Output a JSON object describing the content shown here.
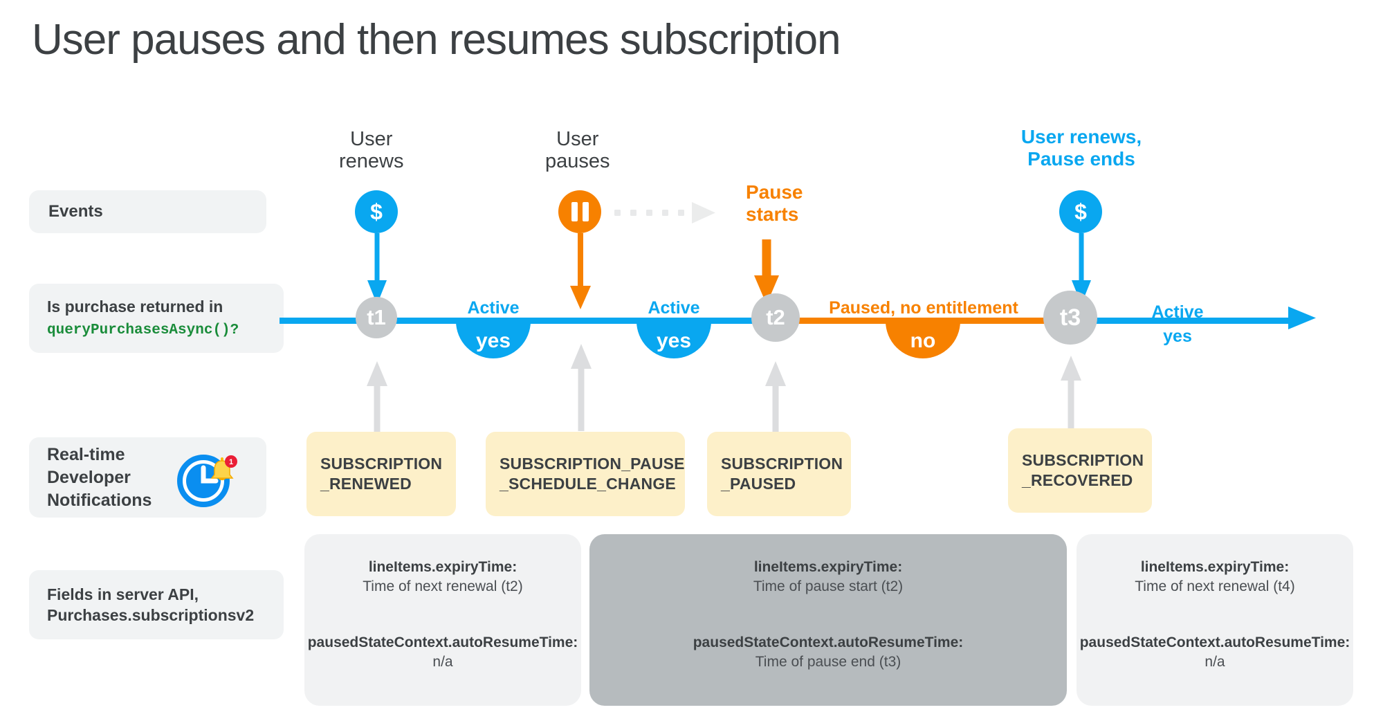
{
  "title": "User pauses and then resumes subscription",
  "row_labels": {
    "events": "Events",
    "query_line1": "Is purchase returned in",
    "query_code": "queryPurchasesAsync()?",
    "rtdn_line1": "Real-time",
    "rtdn_line2": "Developer",
    "rtdn_line3": "Notifications",
    "fields_line1": "Fields in server API,",
    "fields_line2": "Purchases.subscriptionsv2"
  },
  "icons": {
    "rtdn": "clock-bell-notification-icon",
    "badge_count": "1",
    "money": "dollar-icon",
    "pause": "pause-icon"
  },
  "events": [
    {
      "id": "user-renews-t1",
      "label_line1": "User",
      "label_line2": "renews",
      "glyph": "$",
      "color": "#09a7f0",
      "style": "plain"
    },
    {
      "id": "user-pauses",
      "label_line1": "User",
      "label_line2": "pauses",
      "glyph": "pause",
      "color": "#f78100",
      "style": "plain"
    },
    {
      "id": "pause-starts",
      "label_line1": "Pause",
      "label_line2": "starts",
      "glyph": "",
      "color": "#f78100",
      "style": "strong"
    },
    {
      "id": "user-renews-pause-ends",
      "label_line1": "User renews,",
      "label_line2": "Pause ends",
      "glyph": "$",
      "color": "#09a7f0",
      "style": "strong"
    }
  ],
  "timeline": {
    "nodes": [
      "t1",
      "t2",
      "t3"
    ],
    "segments": [
      {
        "id": "seg-1",
        "top_label": "Active",
        "bottom_label": "yes",
        "color": "#09a7f0",
        "shape": "halfdisk"
      },
      {
        "id": "seg-2",
        "top_label": "Active",
        "bottom_label": "yes",
        "color": "#09a7f0",
        "shape": "halfdisk"
      },
      {
        "id": "seg-3",
        "top_label": "Paused, no entitlement",
        "bottom_label": "no",
        "color": "#f78100",
        "shape": "halfdisk"
      },
      {
        "id": "seg-4",
        "top_label": "Active",
        "bottom_label": "yes",
        "color": "#09a7f0",
        "shape": "text"
      }
    ]
  },
  "notifications": [
    {
      "id": "subscription-renewed",
      "line1": "SUBSCRIPTION",
      "line2": "_RENEWED"
    },
    {
      "id": "subscription-pause-schedule-change",
      "line1": "SUBSCRIPTION_PAUSE",
      "line2": "_SCHEDULE_CHANGE"
    },
    {
      "id": "subscription-paused",
      "line1": "SUBSCRIPTION",
      "line2": "_PAUSED"
    },
    {
      "id": "subscription-recovered",
      "line1": "SUBSCRIPTION",
      "line2": "_RECOVERED"
    }
  ],
  "server_fields": [
    {
      "id": "fields-t1",
      "variant": "light",
      "expiry_key": "lineItems.expiryTime:",
      "expiry_val": "Time of next renewal (t2)",
      "resume_key": "pausedStateContext.autoResumeTime:",
      "resume_val": "n/a"
    },
    {
      "id": "fields-t2",
      "variant": "dark",
      "expiry_key": "lineItems.expiryTime:",
      "expiry_val": "Time of pause start (t2)",
      "resume_key": "pausedStateContext.autoResumeTime:",
      "resume_val": "Time of pause end (t3)"
    },
    {
      "id": "fields-t3",
      "variant": "light",
      "expiry_key": "lineItems.expiryTime:",
      "expiry_val": "Time of next renewal (t4)",
      "resume_key": "pausedStateContext.autoResumeTime:",
      "resume_val": "n/a"
    }
  ],
  "colors": {
    "blue": "#09a7f0",
    "orange": "#f78100",
    "node_gray": "#c6c9cb",
    "arrow_gray": "#dcdddf",
    "chip_gray": "#f1f3f4",
    "note_yellow": "#fdf0c9",
    "card_light": "#f1f2f3",
    "card_dark": "#b6bbbe",
    "text_dark": "#3c4043",
    "code_green": "#1a8c3a"
  }
}
